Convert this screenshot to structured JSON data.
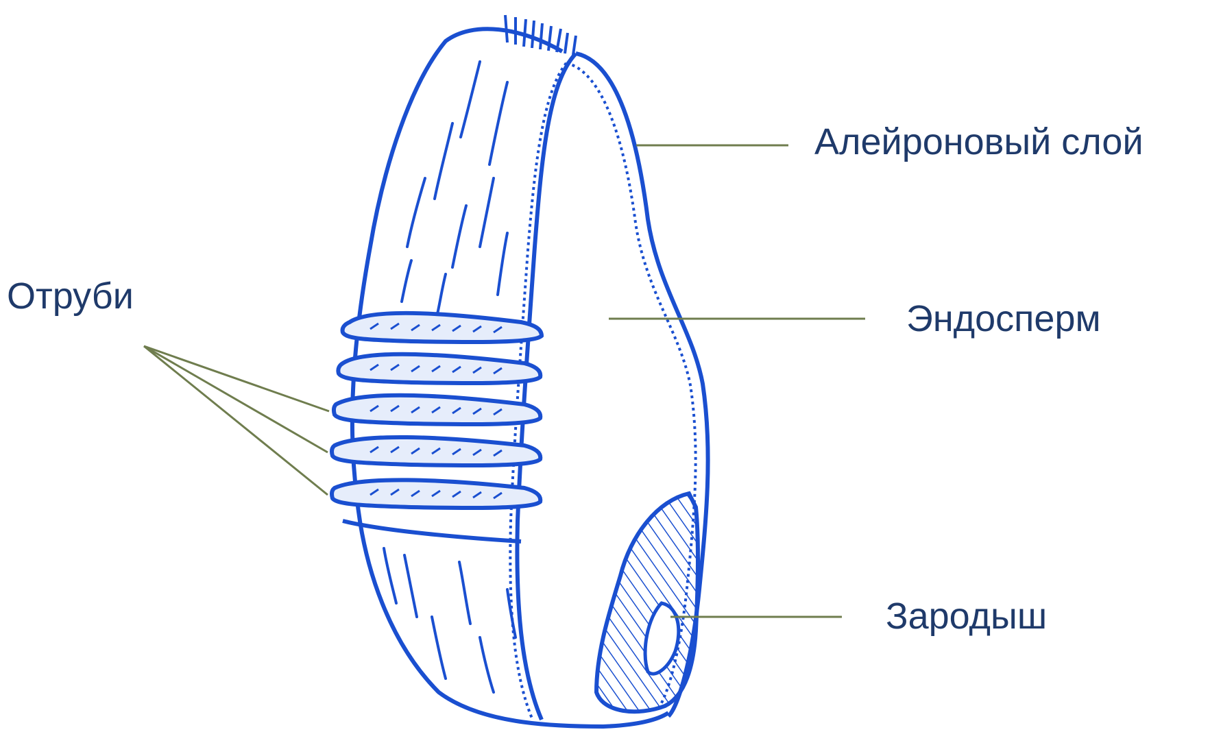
{
  "labels": {
    "aleurone": "Алейроновый слой",
    "endosperm": "Эндосперм",
    "embryo": "Зародыш",
    "bran": "Отруби"
  },
  "colors": {
    "drawing": "#1a4fd0",
    "label_text": "#1f3a6a",
    "leader_line": "#6f7d4e"
  }
}
